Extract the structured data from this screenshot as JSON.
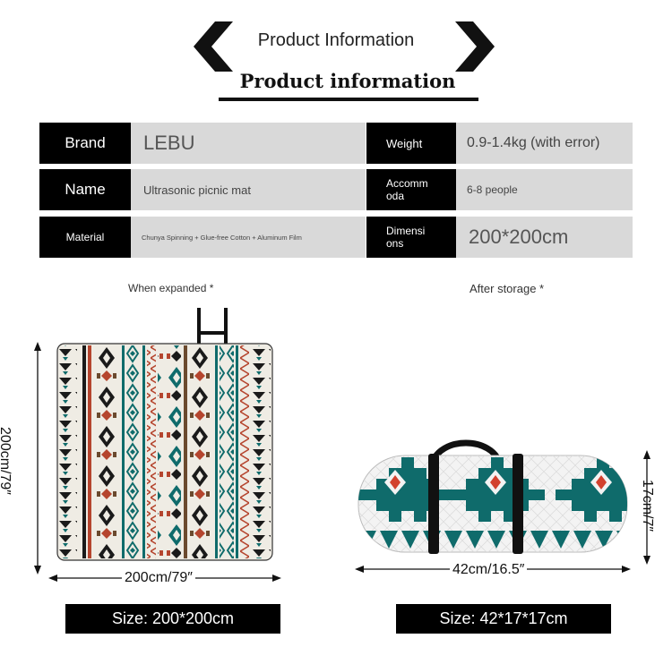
{
  "header": {
    "title_en": "Product Information",
    "title_main": "Product information"
  },
  "specs": [
    {
      "label": "Brand",
      "value": "LEBU"
    },
    {
      "label": "Weight",
      "value": "0.9-1.4kg (with error)"
    },
    {
      "label": "Name",
      "value": "Ultrasonic picnic mat"
    },
    {
      "label": "Accomm oda",
      "value": "6-8 people"
    },
    {
      "label": "Material",
      "value": "Chunya Spinning + Glue-free Cotton + Aluminum Film"
    },
    {
      "label": "Dimensi ons",
      "value": "200*200cm"
    }
  ],
  "captions": {
    "expanded": "When expanded *",
    "storage": "After storage *"
  },
  "mat": {
    "width_label": "200cm/79″",
    "height_label": "200cm/79″",
    "size_label": "Size: 200*200cm"
  },
  "roll": {
    "width_label": "42cm/16.5″",
    "height_label": "17cm/7″",
    "size_label": "Size: 42*17*17cm"
  },
  "colors": {
    "teal": "#0f6b6b",
    "rust": "#b5452e",
    "brown": "#6b4a2e",
    "cream": "#efece4",
    "label_bg": "#000000",
    "value_bg": "#d9d9d9"
  }
}
